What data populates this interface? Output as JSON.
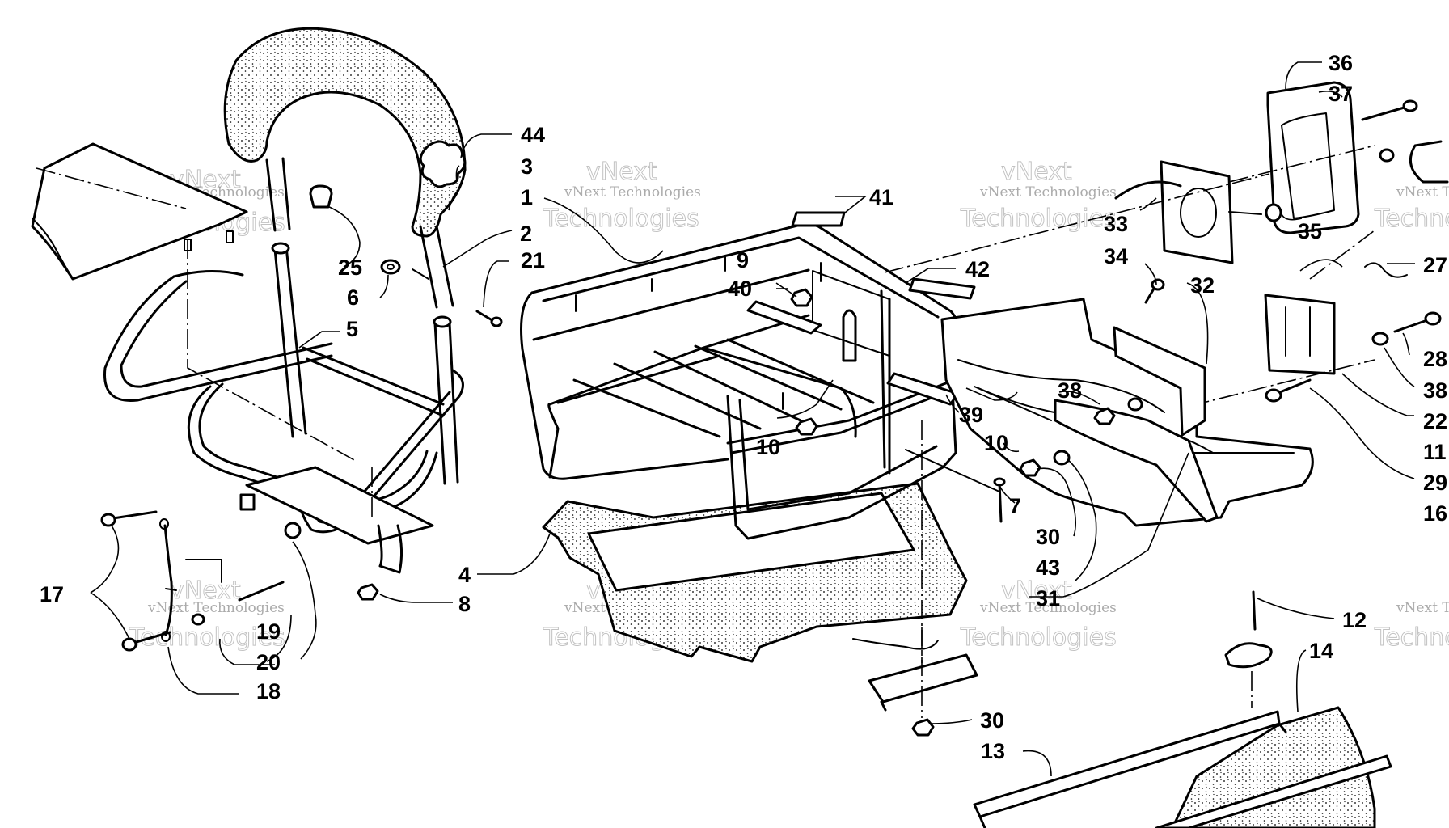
{
  "watermark": {
    "brand": "vNext",
    "company": "vNext Technologies",
    "word": "Technologies"
  },
  "callouts": {
    "c1": "1",
    "c3": "3",
    "c2": "2",
    "c4": "4",
    "c5": "5",
    "c6": "6",
    "c7": "7",
    "c8": "8",
    "c9": "9",
    "c10a": "10",
    "c10b": "10",
    "c11": "11",
    "c12": "12",
    "c13": "13",
    "c14": "14",
    "c16": "16",
    "c17": "17",
    "c18": "18",
    "c19": "19",
    "c20": "20",
    "c21": "21",
    "c22": "22",
    "c25": "25",
    "c27": "27",
    "c28": "28",
    "c29": "29",
    "c30a": "30",
    "c30b": "30",
    "c31": "31",
    "c32": "32",
    "c33": "33",
    "c34": "34",
    "c35": "35",
    "c36": "36",
    "c37": "37",
    "c38a": "38",
    "c38b": "38",
    "c39": "39",
    "c40": "40",
    "c41": "41",
    "c42": "42",
    "c43": "43",
    "c44": "44"
  }
}
